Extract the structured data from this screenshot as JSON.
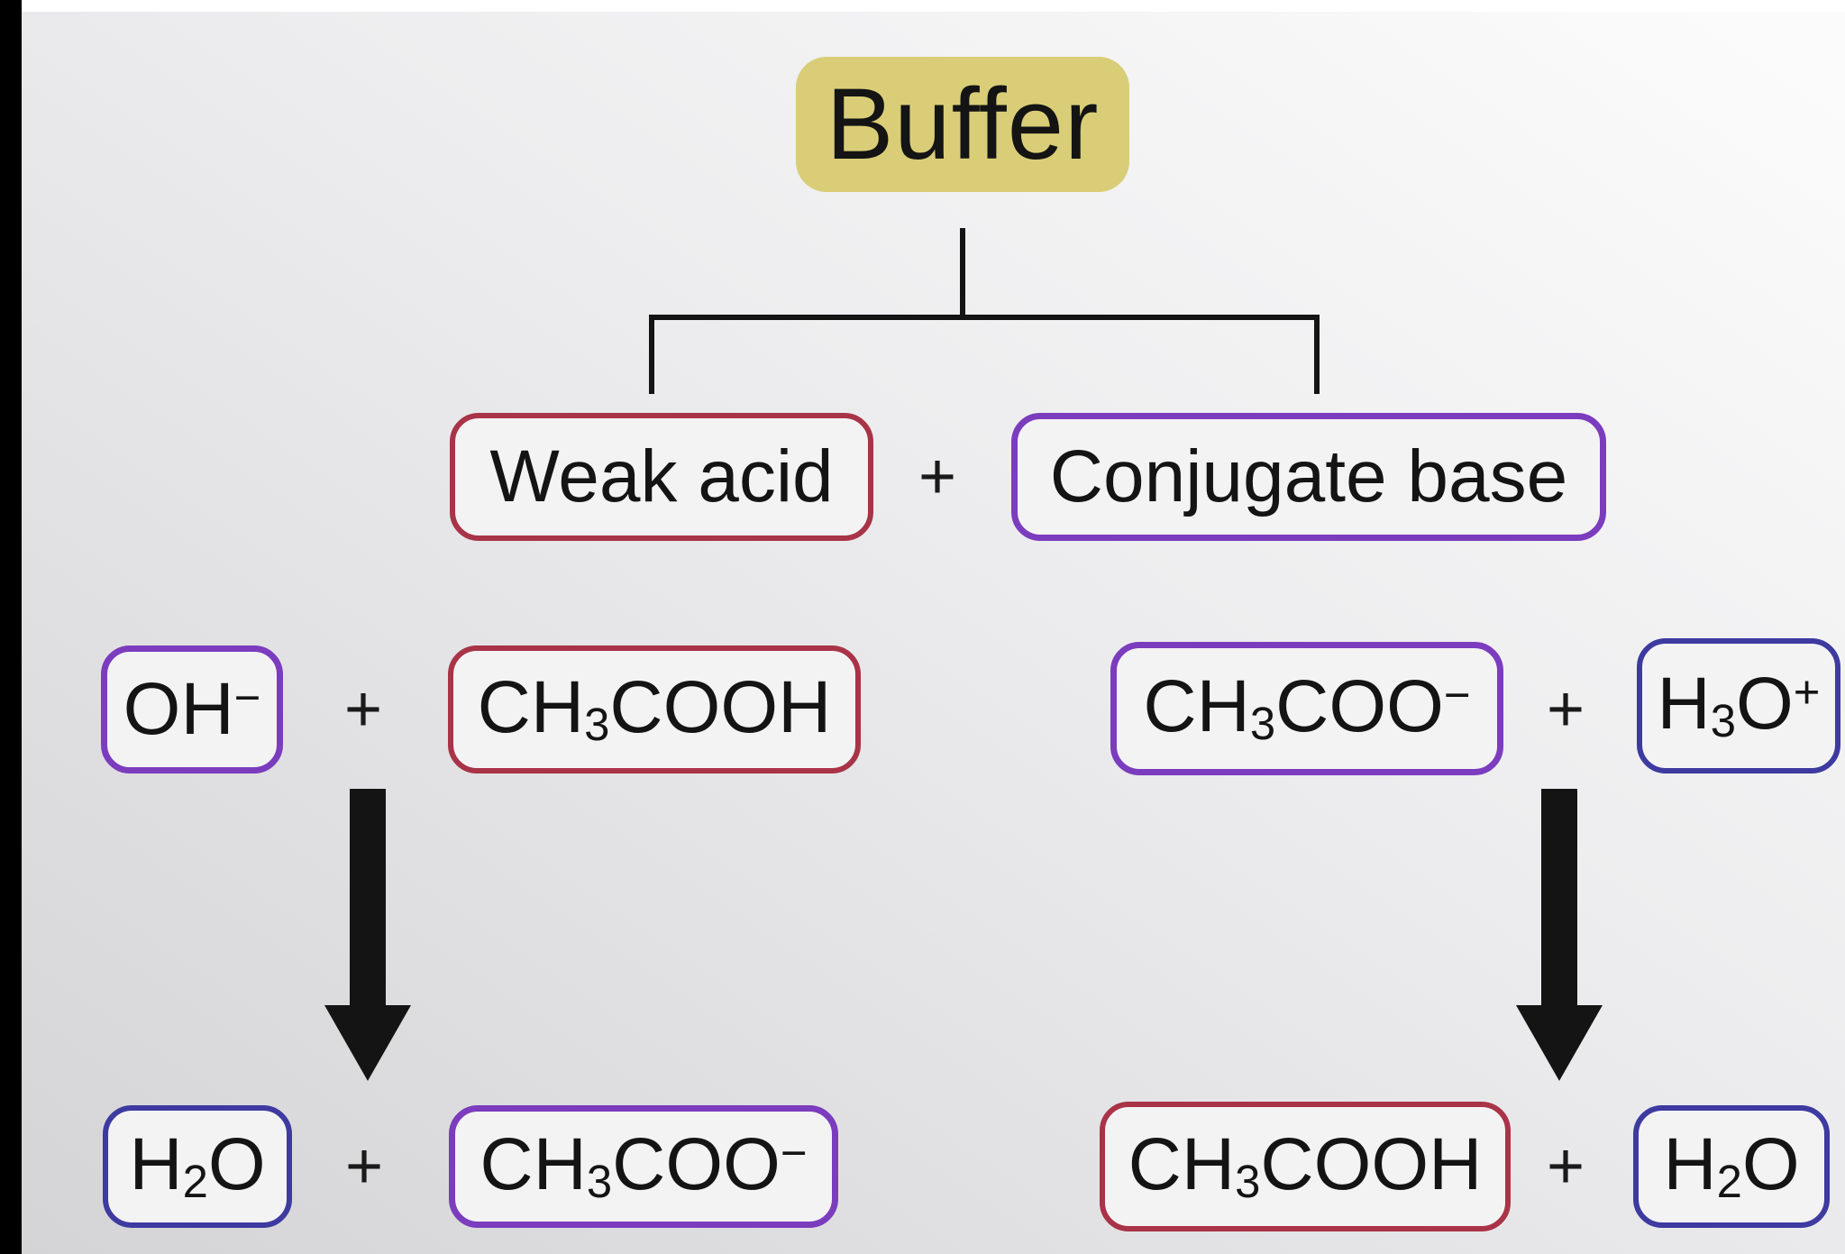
{
  "colors": {
    "acid_border": "#a93347",
    "base_border": "#7b3cbe",
    "water_border": "#3d3aa0",
    "buffer_bg": "#d9ce77",
    "box_fill": "#f4f3f4",
    "ink": "#141414"
  },
  "nodes": {
    "buffer": {
      "label": "Buffer"
    },
    "weak_acid": {
      "label": "Weak acid"
    },
    "tree_plus": "+",
    "conjugate_base": {
      "label": "Conjugate base"
    }
  },
  "left_reaction": {
    "hydroxide": {
      "pre": "OH",
      "sup": "−"
    },
    "plus_reactants": "+",
    "acetic_acid": {
      "pre": "CH",
      "sub": "3",
      "post": "COOH"
    },
    "water": {
      "pre": "H",
      "sub": "2",
      "post": "O"
    },
    "plus_products": "+",
    "acetate": {
      "pre": "CH",
      "sub": "3",
      "post": "COO",
      "sup": "−"
    }
  },
  "right_reaction": {
    "acetate": {
      "pre": "CH",
      "sub": "3",
      "post": "COO",
      "sup": "−"
    },
    "plus_reactants": "+",
    "hydronium": {
      "pre": "H",
      "sub": "3",
      "post": "O",
      "sup": "+"
    },
    "acetic_acid": {
      "pre": "CH",
      "sub": "3",
      "post": "COOH"
    },
    "plus_products": "+",
    "water": {
      "pre": "H",
      "sub": "2",
      "post": "O"
    }
  }
}
